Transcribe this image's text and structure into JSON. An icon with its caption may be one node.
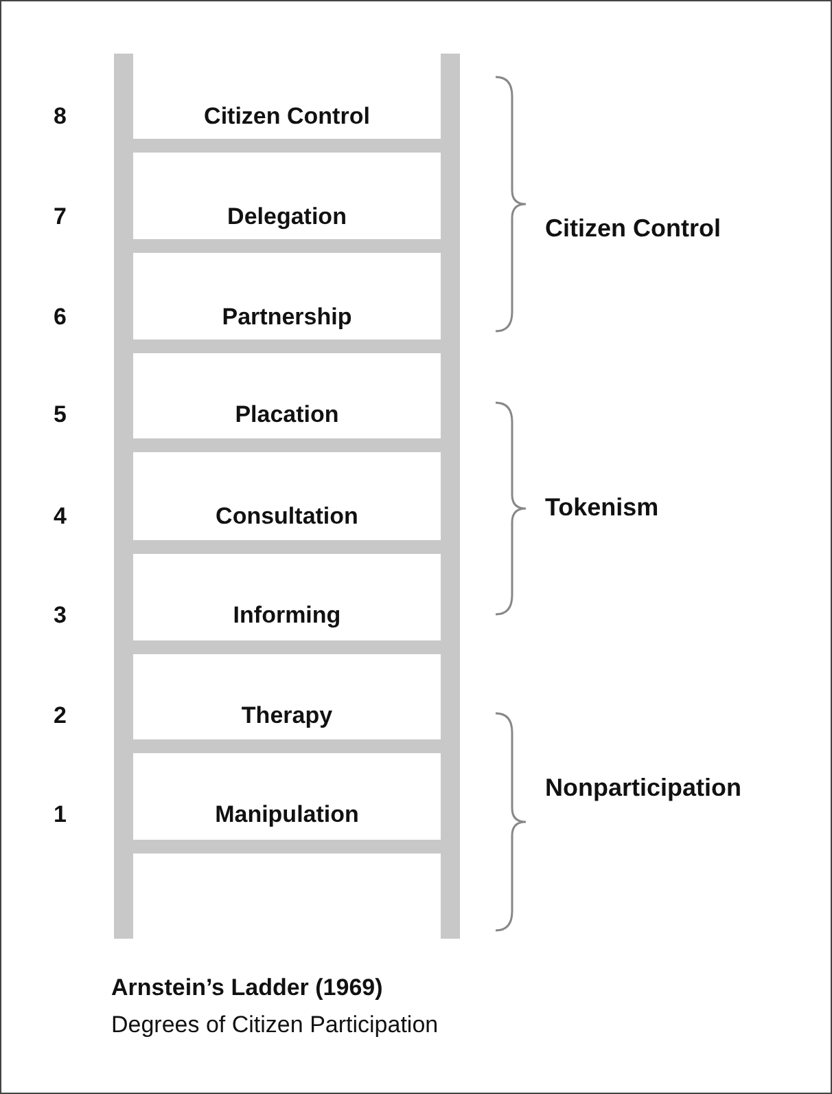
{
  "diagram": {
    "title": "Arnstein’s Ladder (1969)",
    "caption": "Degrees of Citizen Participation",
    "labels": [
      "8",
      "Citizen Control",
      "7",
      "Delegation",
      "Citizen Control",
      "6",
      "Partnership",
      "5",
      "Placation",
      "4",
      "Consultation",
      "Tokenism",
      "3",
      "Informing",
      "2",
      "Therapy",
      "1",
      "Manipulation",
      "Nonparticipation"
    ]
  }
}
